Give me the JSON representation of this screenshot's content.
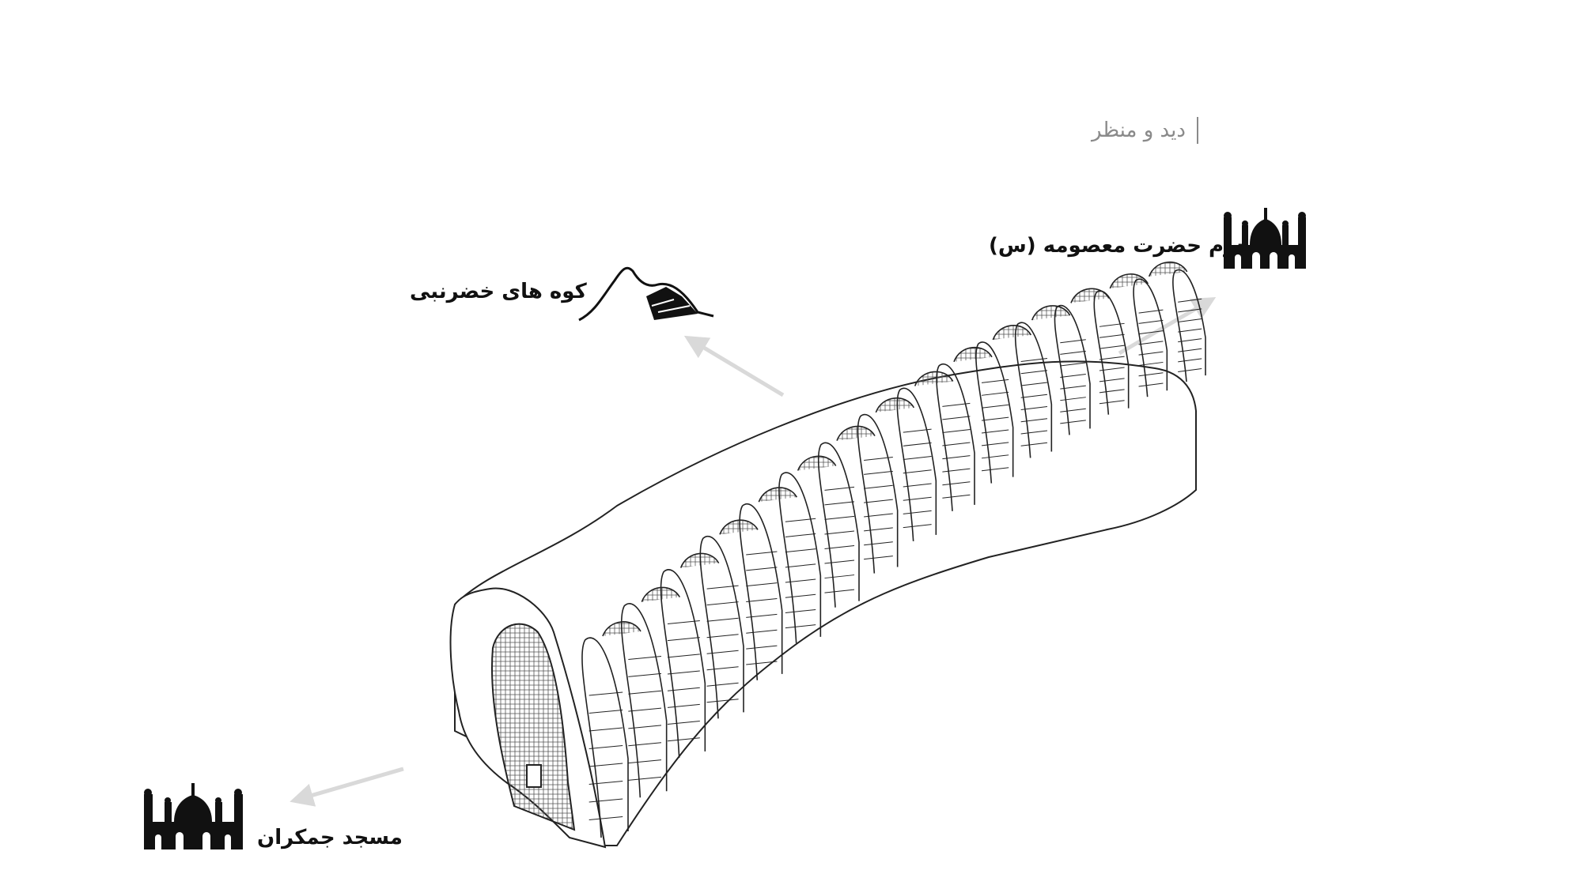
{
  "header": {
    "title": "دید و منظر"
  },
  "labels": {
    "shrine": "حرم حضرت معصومه (س)",
    "mountains": "کوه های خضرنبی",
    "mosque": "مسجد جمکران"
  },
  "icons": {
    "shrine": "mosque-silhouette-icon",
    "mountains": "mountain-icon",
    "mosque": "mosque-silhouette-icon"
  },
  "colors": {
    "arrow": "#d9d9d9",
    "line": "#222222",
    "title": "#8a8a8a"
  }
}
